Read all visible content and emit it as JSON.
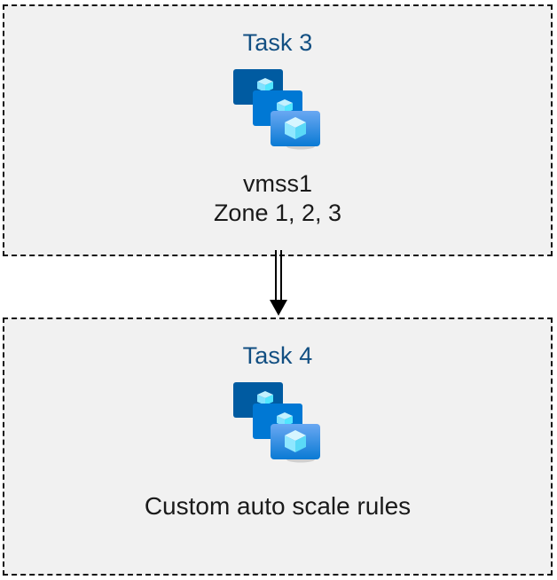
{
  "diagram": {
    "background_color": "#ffffff",
    "box_fill_color": "#f1f1f1",
    "box_border_color": "#111111",
    "title_color": "#124f82",
    "caption_color": "#1a1a1a",
    "connector": {
      "name": "double-line-arrow",
      "direction": "down",
      "from": "task-box-3",
      "to": "task-box-4",
      "color": "#000000"
    },
    "boxes": [
      {
        "id": "task-box-3",
        "title": "Task 3",
        "icon": "vm-scale-set-icon",
        "caption_lines": [
          "vmss1",
          "Zone 1, 2, 3"
        ]
      },
      {
        "id": "task-box-4",
        "title": "Task 4",
        "icon": "vm-scale-set-icon",
        "caption_lines": [
          "Custom auto scale rules"
        ]
      }
    ],
    "icon_colors": {
      "monitor_back": "#005ba1",
      "monitor_middle": "#0078d4",
      "monitor_front_top": "#5ea0ef",
      "monitor_front_bottom": "#0a7ad4",
      "cube_light": "#c3f1ff",
      "cube_mid": "#9cebff",
      "cube_dark": "#50e6ff",
      "stand": "#b3b3b3"
    }
  }
}
